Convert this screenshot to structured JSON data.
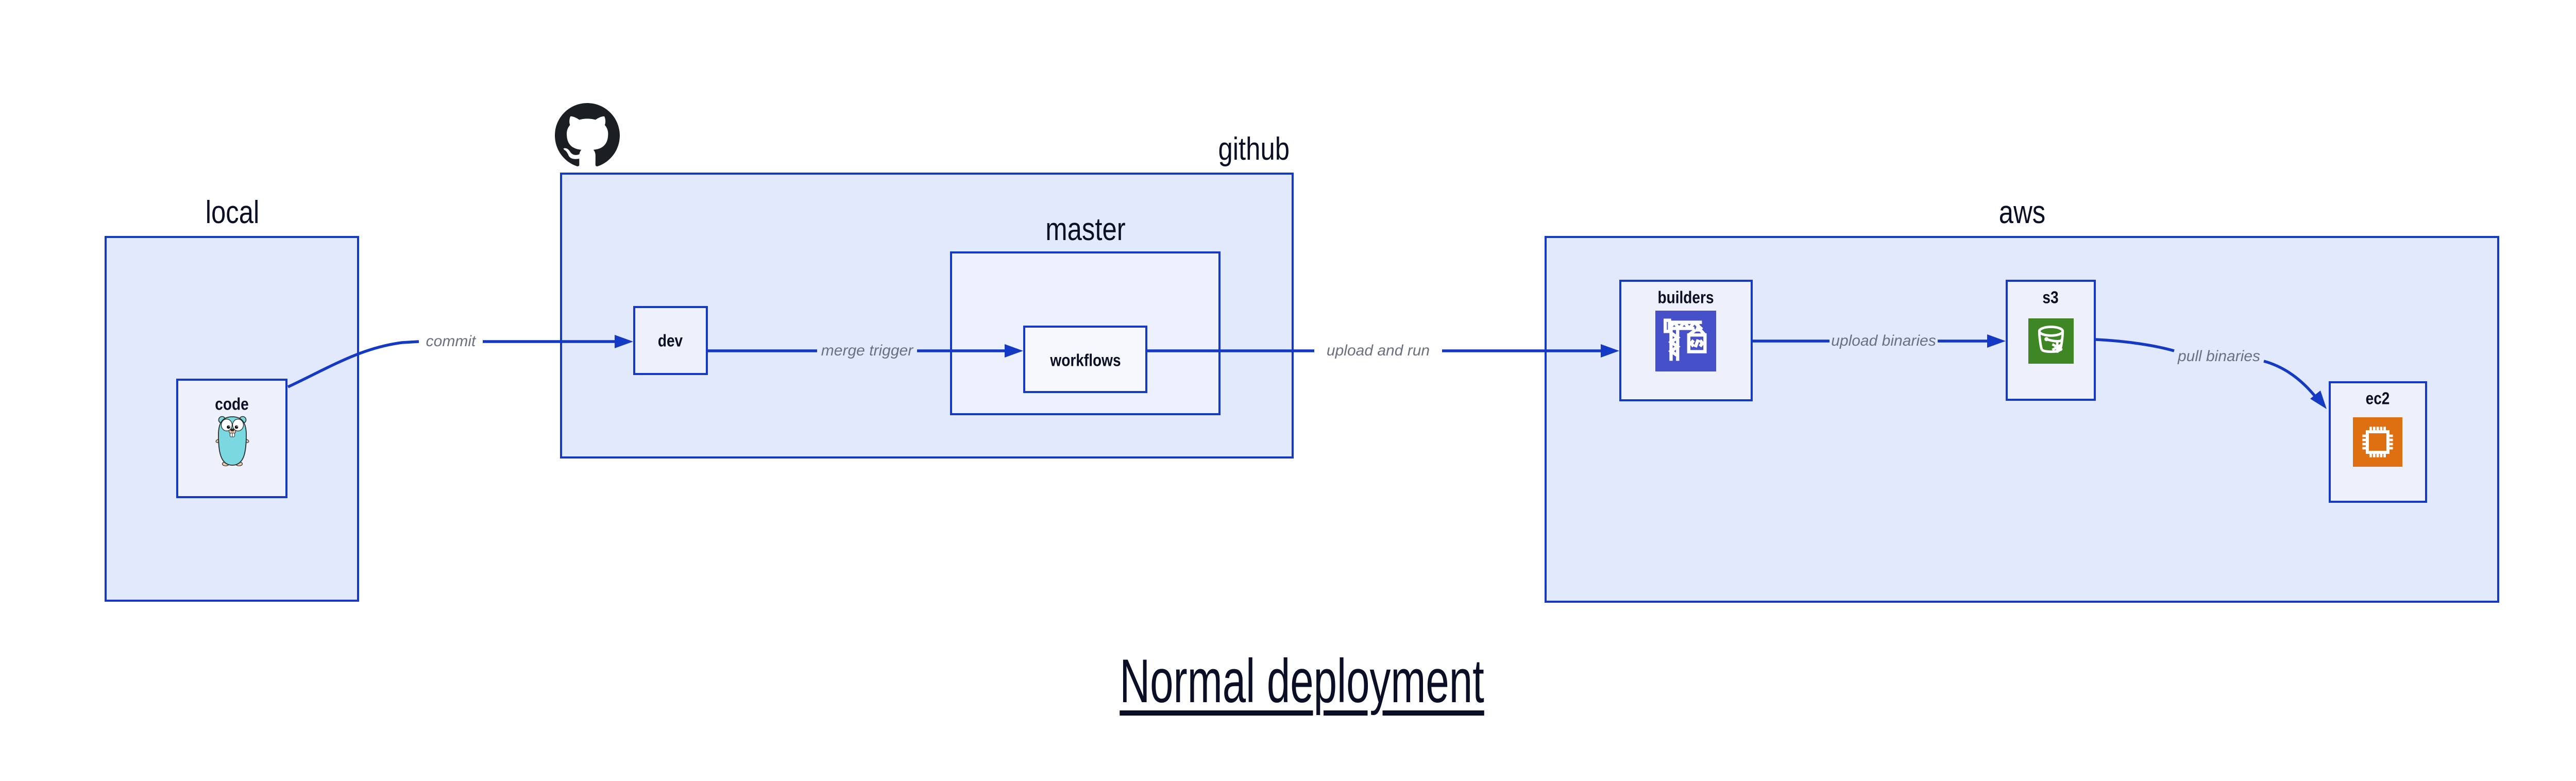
{
  "diagram": {
    "title": "Normal deployment",
    "containers": {
      "local": {
        "label": "local"
      },
      "github": {
        "label": "github",
        "icon": "github-octocat-icon"
      },
      "master": {
        "label": "master"
      },
      "aws": {
        "label": "aws"
      }
    },
    "nodes": {
      "code": {
        "label": "code",
        "icon": "go-gopher-icon"
      },
      "dev": {
        "label": "dev"
      },
      "workflows": {
        "label": "workflows"
      },
      "builders": {
        "label": "builders",
        "icon": "codebuild-crane-icon",
        "icon_color": "#4650C8"
      },
      "s3": {
        "label": "s3",
        "icon": "s3-bucket-icon",
        "icon_color": "#3F8624"
      },
      "ec2": {
        "label": "ec2",
        "icon": "ec2-chip-icon",
        "icon_color": "#DE7012"
      }
    },
    "edges": [
      {
        "from": "code",
        "to": "dev",
        "label": "commit"
      },
      {
        "from": "dev",
        "to": "workflows",
        "label": "merge trigger"
      },
      {
        "from": "workflows",
        "to": "builders",
        "label": "upload and run"
      },
      {
        "from": "builders",
        "to": "s3",
        "label": "upload binaries"
      },
      {
        "from": "s3",
        "to": "ec2",
        "label": "pull binaries"
      }
    ],
    "colors": {
      "border_and_edge": "#1439C4",
      "container_fill": "#E3E9FD",
      "nested_container_fill": "#EDF0FD",
      "node_fill": "#EEF1FC",
      "deep_leaf_fill": "#F7F8FE",
      "label_text": "#0A0F25",
      "edge_label_text": "#6B7080",
      "github_logo": "#1B1F24",
      "gopher_body": "#7AD8E0"
    }
  }
}
